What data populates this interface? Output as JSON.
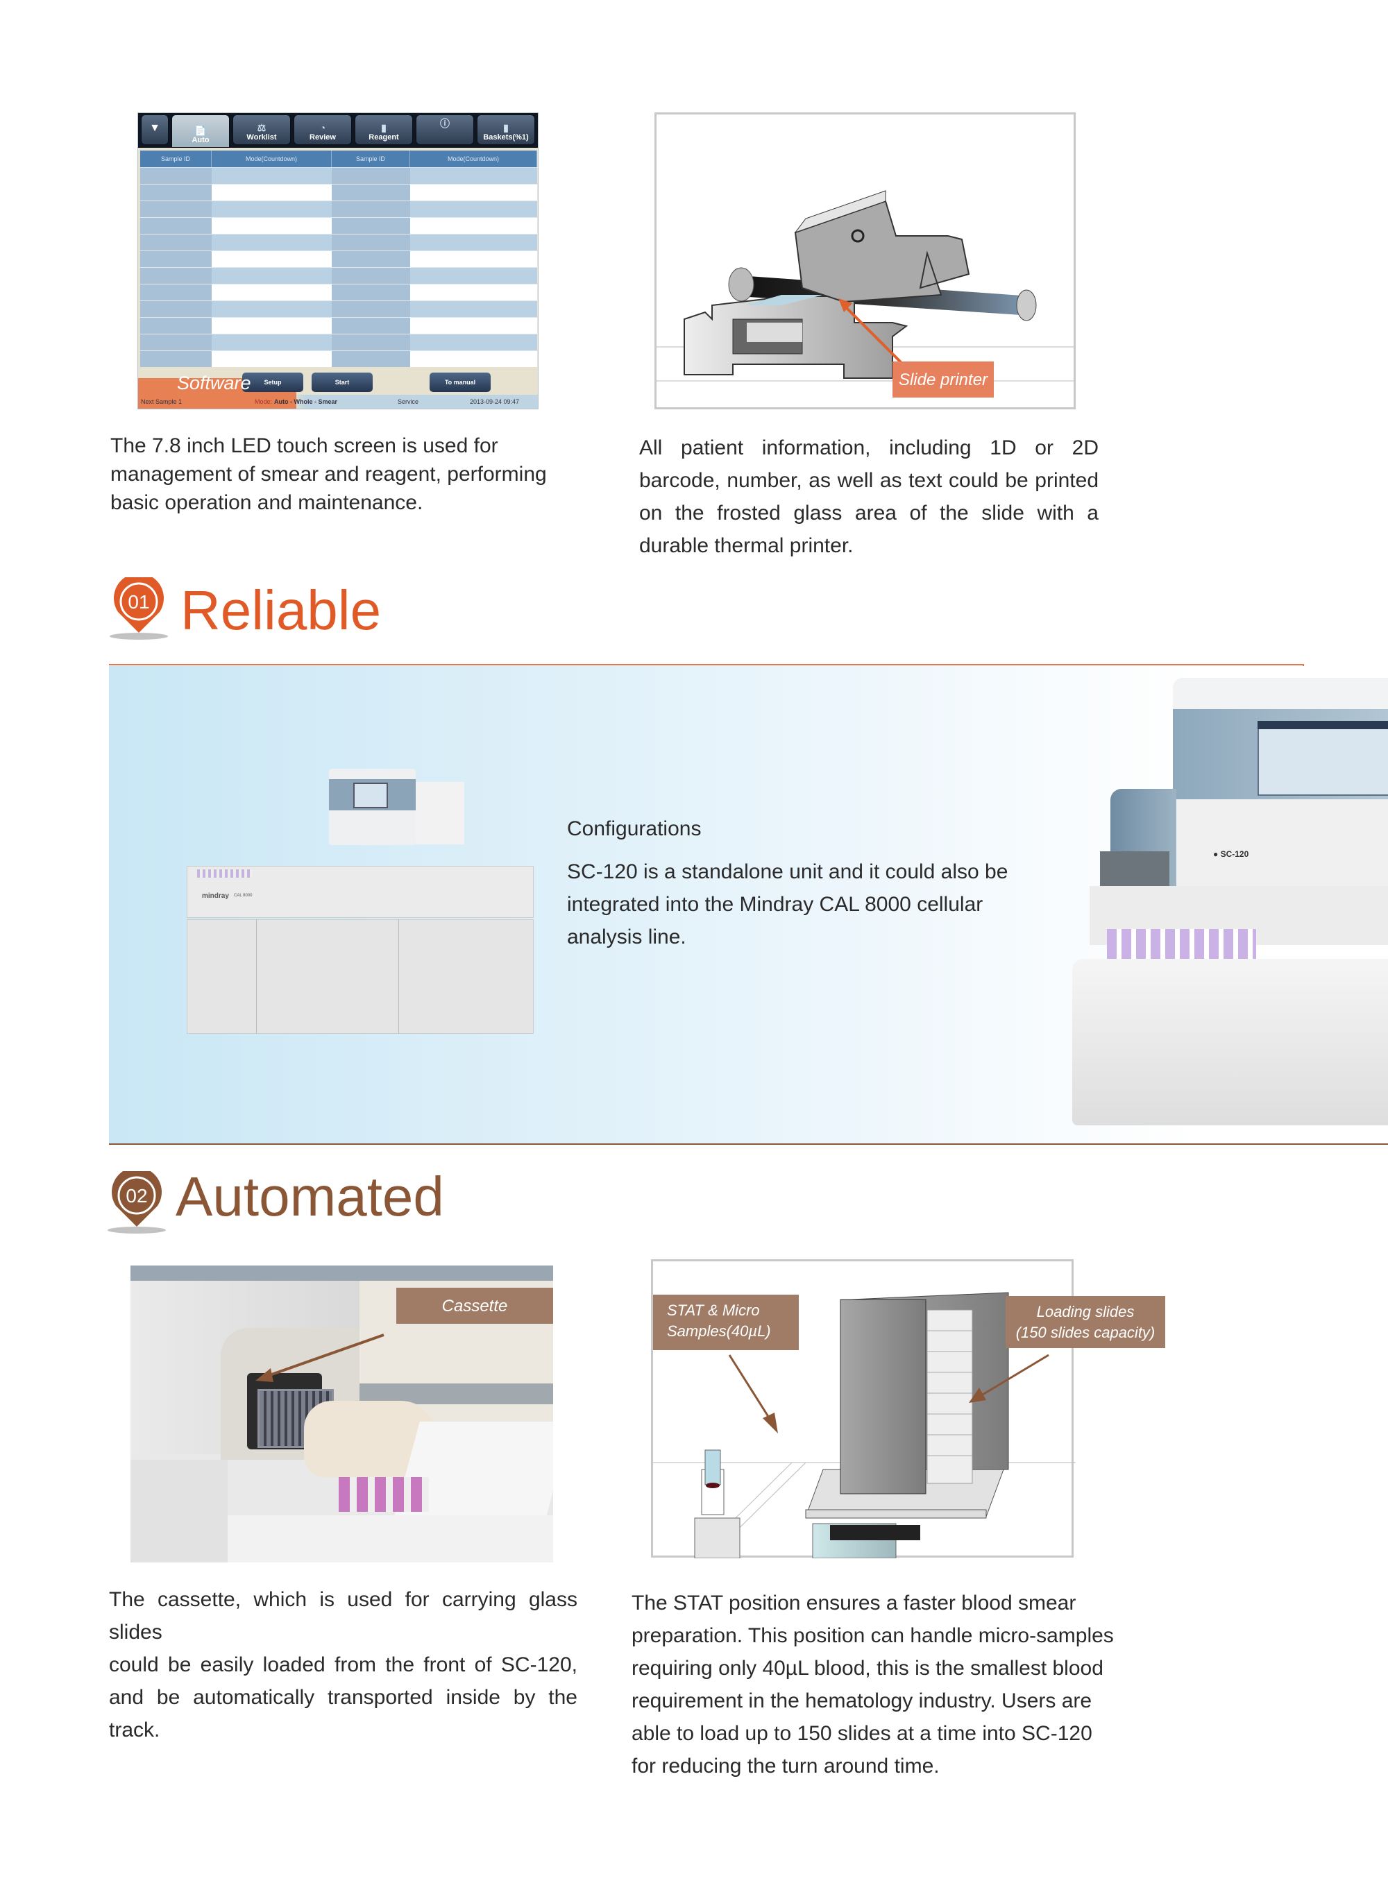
{
  "software_screen": {
    "tabs": [
      "▼",
      "Auto",
      "Worklist",
      "Review",
      "Reagent",
      "i",
      "Baskets(%1)"
    ],
    "tab_icons": [
      "",
      "📄",
      "⚖",
      "◔",
      "▮",
      "ⓘ",
      "▮"
    ],
    "columns": [
      "Sample ID",
      "Mode(Countdown)",
      "Sample ID",
      "Mode(Countdown)"
    ],
    "rows": 12,
    "buttons": {
      "setup": "Setup",
      "start": "Start",
      "to_manual": "To manual"
    },
    "status": {
      "next_sample": "Next Sample 1",
      "mode_prefix": "Mode:",
      "mode": "Auto - Whole - Smear",
      "service": "Service",
      "datetime": "2013-09-24 09:47"
    },
    "overlay_label": "Software"
  },
  "slide_printer": {
    "label": "Slide printer"
  },
  "software_desc": [
    "The 7.8 inch LED touch screen is used for",
    "management of smear and reagent, performing",
    "basic operation and maintenance."
  ],
  "printer_desc": [
    "All patient information, including 1D or 2D",
    "barcode, number, as well as text could be printed",
    "on the frosted glass area of the slide with a",
    "durable thermal printer."
  ],
  "section1": {
    "number": "01",
    "title": "Reliable",
    "color": "#e05a28"
  },
  "configurations": {
    "heading": "Configurations",
    "body": [
      "SC-120 is a standalone unit and it could also be",
      "integrated into the Mindray CAL 8000 cellular",
      "analysis line."
    ],
    "cal_brand": "mindray",
    "cal_model": "CAL 8000",
    "sc_model": "SC-120"
  },
  "section2": {
    "number": "02",
    "title": "Automated",
    "color": "#8a5636"
  },
  "cassette": {
    "label": "Cassette"
  },
  "stat": {
    "label_left": [
      "STAT & Micro",
      "Samples(40µL)"
    ],
    "label_right": [
      "Loading slides",
      "(150 slides capacity)"
    ]
  },
  "cassette_desc": [
    "The cassette, which is used for carrying glass slides",
    "could be easily loaded from the front of SC-120,",
    "and be automatically transported inside by the",
    "track."
  ],
  "stat_desc": [
    "The STAT position ensures a faster blood smear",
    "preparation. This position can handle micro-samples",
    "requiring only 40µL blood, this is the smallest blood",
    "requirement in the hematology industry.  Users are",
    "able to load up to 150 slides at a time into SC-120",
    "for reducing the turn around time."
  ]
}
